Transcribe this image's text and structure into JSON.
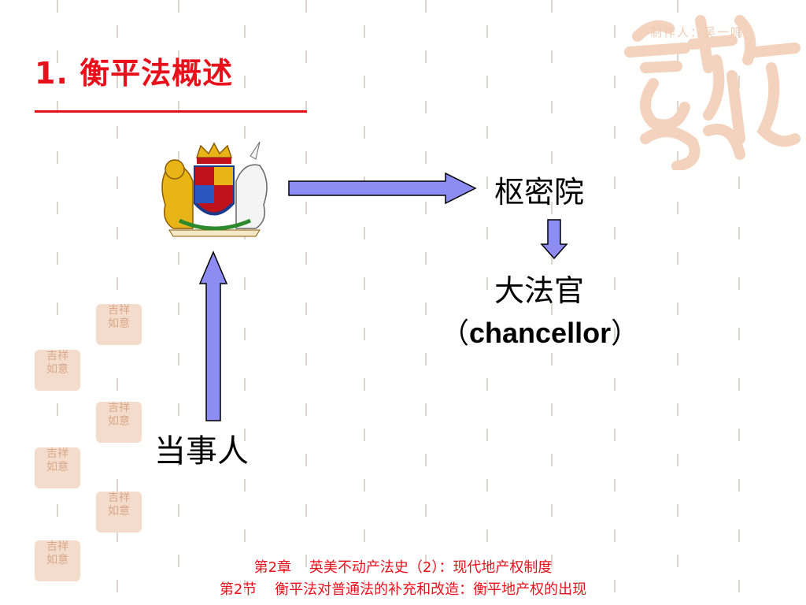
{
  "slide": {
    "title": "1. 衡平法概述",
    "author": "制作人：吴一鸣",
    "nodes": {
      "privy_council": "枢密院",
      "chancellor_cn": "大法官",
      "chancellor_open": "（",
      "chancellor_en": "chancellor",
      "chancellor_close": "）",
      "party": "当事人"
    },
    "footer": {
      "line1": "第2章    英美不动产法史（2）：现代地产权制度",
      "line2": "第2节    衡平法对普通法的补充和改造：衡平地产权的出现"
    },
    "colors": {
      "title": "#e8111b",
      "arrow_fill": "#8c8cf2",
      "arrow_stroke": "#000000",
      "footer": "#e8111b",
      "seal": "#f3d3bd"
    },
    "icons": [
      "royal-coat-of-arms-icon",
      "auspicious-seal-icon"
    ],
    "seal_text": "吉祥如意"
  }
}
